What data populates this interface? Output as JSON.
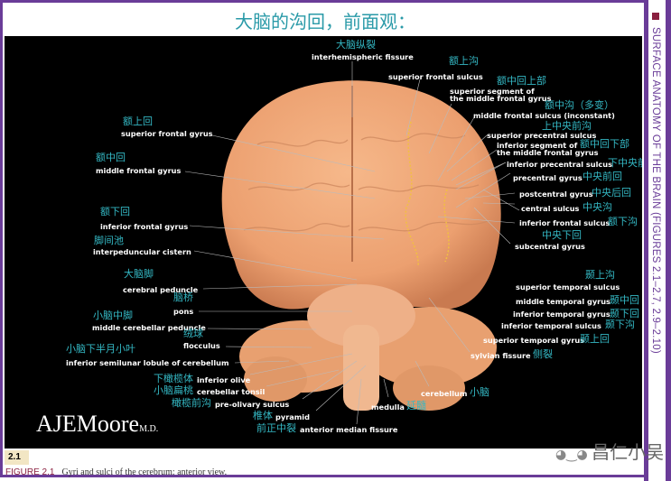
{
  "title": "大脑的沟回，前面观：",
  "side_header": "SURFACE ANATOMY OF THE BRAIN (FIGURES 2.1–2.7, 2.9–2.10)",
  "figure_number": "2.1",
  "caption": {
    "label": "FIGURE 2.1",
    "text": "Gyri and sulci of the cerebrum: anterior view."
  },
  "watermark": "昌仁小吴",
  "logo": {
    "name": "AJEMoore",
    "suffix": "M.D."
  },
  "colors": {
    "panel": "#000000",
    "brain": "#f0a878",
    "chinese_label": "#34b8c4",
    "border": "#6a3c98"
  },
  "labels": {
    "interhemispheric": {
      "zh": "大脑纵裂",
      "en": "interhemispheric fissure"
    },
    "sup_frontal_sulcus": {
      "zh": "额上沟",
      "en": "superior frontal sulcus"
    },
    "sup_seg_mfg": {
      "zh": "额中回上部",
      "en1": "superior segment of",
      "en2": "the middle frontal gyrus"
    },
    "mid_frontal_sulcus": {
      "zh": "额中沟（多变）",
      "en": "middle frontal sulcus (inconstant)"
    },
    "sup_precentral_sulcus": {
      "zh": "上中央前沟",
      "en": "superior precentral sulcus"
    },
    "inf_seg_mfg": {
      "zh": "额中回下部",
      "en1": "inferior segment of",
      "en2": "the middle frontal gyrus"
    },
    "inf_precentral_sulcus": {
      "zh": "下中央前沟",
      "en": "inferior precentral sulcus"
    },
    "precentral_gyrus": {
      "zh": "中央前回",
      "en": "precentral gyrus"
    },
    "postcentral_gyrus": {
      "zh": "中央后回",
      "en": "postcentral gyrus"
    },
    "central_sulcus": {
      "zh": "中央沟",
      "en": "central sulcus"
    },
    "inf_frontal_sulcus": {
      "zh": "额下沟",
      "en": "inferior frontal sulcus"
    },
    "subcentral_gyrus": {
      "zh": "中央下回",
      "en": "subcentral gyrus"
    },
    "sup_temporal_sulcus": {
      "zh": "颞上沟",
      "en": "superior temporal sulcus"
    },
    "mid_temporal_gyrus": {
      "zh": "颞中回",
      "en": "middle temporal gyrus"
    },
    "inf_temporal_gyrus": {
      "zh": "颞下回",
      "en": "inferior temporal gyrus"
    },
    "inf_temporal_sulcus": {
      "zh": "颞下沟",
      "en": "inferior temporal sulcus"
    },
    "sup_temporal_gyrus": {
      "zh": "颞上回",
      "en": "superior temporal gyrus"
    },
    "sylvian": {
      "zh": "侧裂",
      "en": "sylvian fissure"
    },
    "cerebellum": {
      "zh": "小脑",
      "en": "cerebellum"
    },
    "medulla": {
      "zh": "延髓",
      "en": "medulla"
    },
    "sup_frontal_gyrus": {
      "zh": "额上回",
      "en": "superior frontal gyrus"
    },
    "mid_frontal_gyrus": {
      "zh": "额中回",
      "en": "middle frontal gyrus"
    },
    "inf_frontal_gyrus": {
      "zh": "额下回",
      "en": "inferior frontal gyrus"
    },
    "interpeduncular": {
      "zh": "脚间池",
      "en": "interpeduncular cistern"
    },
    "cerebral_peduncle": {
      "zh": "大脑脚",
      "en": "cerebral peduncle"
    },
    "pons": {
      "zh": "脑桥",
      "en": "pons"
    },
    "mid_cerebellar_peduncle": {
      "zh": "小脑中脚",
      "en": "middle cerebellar peduncle"
    },
    "flocculus": {
      "zh": "绒球",
      "en": "flocculus"
    },
    "inf_semilunar": {
      "zh": "小脑下半月小叶",
      "en": "inferior semilunar lobule of cerebellum"
    },
    "inf_olive": {
      "zh": "下橄榄体",
      "en": "inferior olive"
    },
    "cerebellar_tonsil": {
      "zh": "小脑扁桃",
      "en": "cerebellar tonsil"
    },
    "pre_olivary": {
      "zh": "橄榄前沟",
      "en": "pre-olivary sulcus"
    },
    "pyramid": {
      "zh": "椎体",
      "en": "pyramid"
    },
    "ant_median": {
      "zh": "前正中裂",
      "en": "anterior median fissure"
    }
  }
}
